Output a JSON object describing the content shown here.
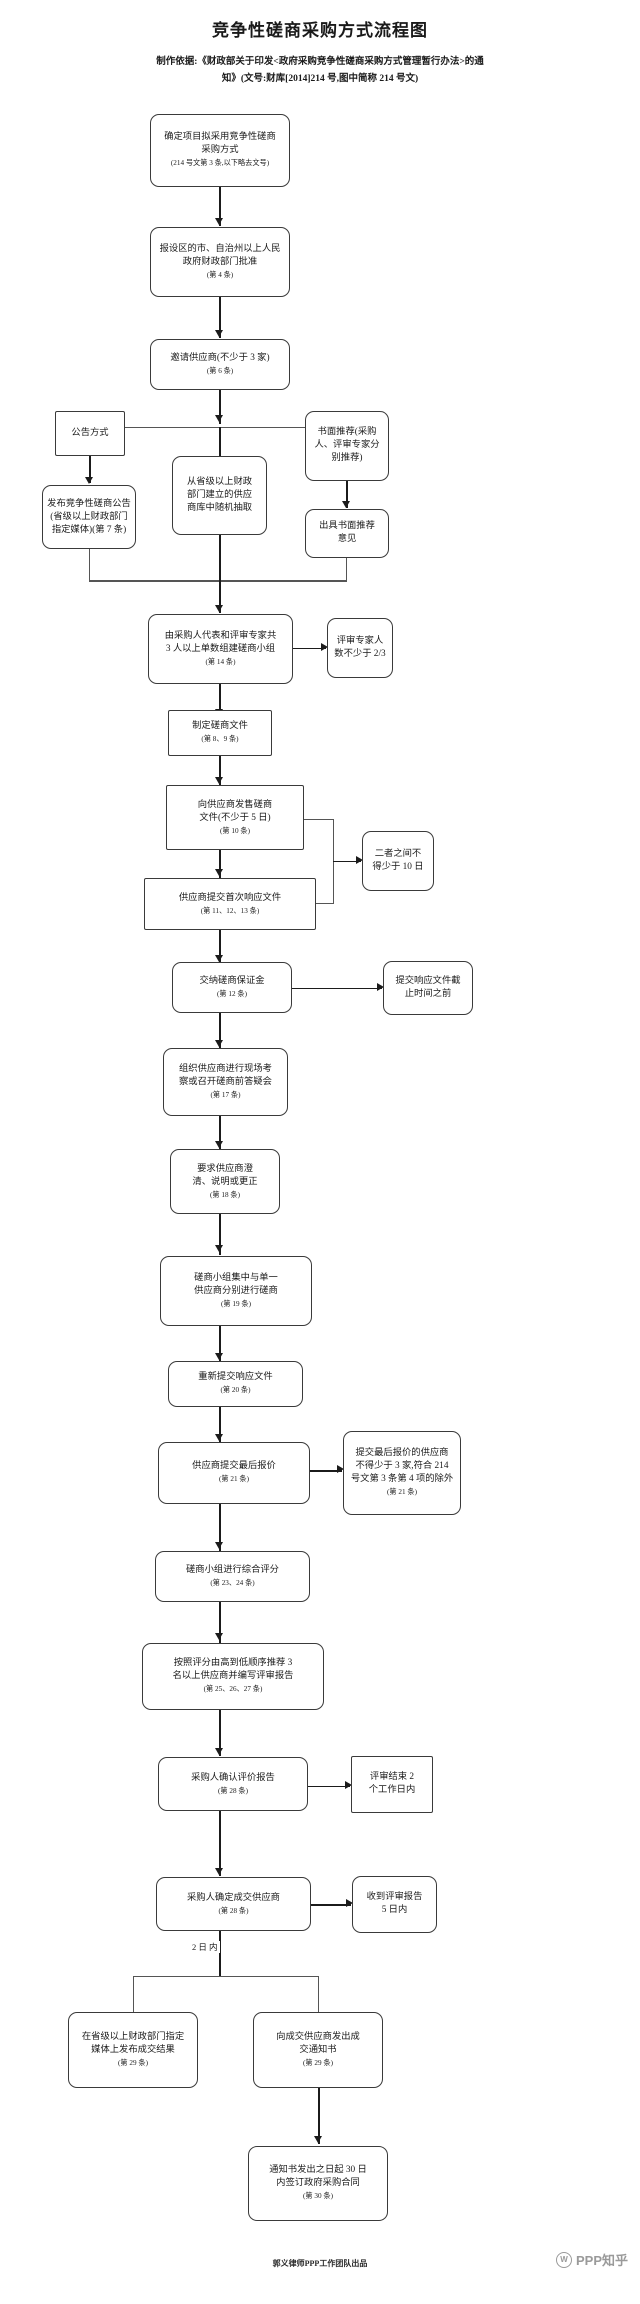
{
  "header": {
    "title": "竞争性磋商采购方式流程图",
    "subtitle_label": "制作依据:",
    "subtitle_line1": "《财政部关于印发<政府采购竞争性磋商采购方式管理暂行办法>的通",
    "subtitle_line2": "知》(文号:财库[2014]214 号,图中简称 214 号文)"
  },
  "chart_data": {
    "type": "flowchart",
    "title": "竞争性磋商采购方式流程图",
    "orientation": "top-to-bottom",
    "nodes": [
      {
        "id": "n1",
        "text": "确定项目拟采用竞争性磋商\n采购方式",
        "article": "(214 号文第 3 条,以下略去文号)"
      },
      {
        "id": "n2",
        "text": "报设区的市、自治州以上人民\n政府财政部门批准",
        "article": "(第 4 条)"
      },
      {
        "id": "n3",
        "text": "邀请供应商(不少于 3 家)",
        "article": "(第 6 条)"
      },
      {
        "id": "n4",
        "text": "公告方式",
        "article": ""
      },
      {
        "id": "n5",
        "text": "发布竞争性磋商公告\n(省级以上财政部门\n指定媒体)(第 7 条)",
        "article": ""
      },
      {
        "id": "n6",
        "text": "从省级以上财政\n部门建立的供应\n商库中随机抽取",
        "article": ""
      },
      {
        "id": "n7",
        "text": "书面推荐(采购\n人、评审专家分\n别推荐)",
        "article": ""
      },
      {
        "id": "n8",
        "text": "出具书面推荐\n意见",
        "article": ""
      },
      {
        "id": "n9",
        "text": "由采购人代表和评审专家共\n3 人以上单数组建磋商小组",
        "article": "(第 14 条)"
      },
      {
        "id": "n10",
        "text": "评审专家人\n数不少于 2/3",
        "article": ""
      },
      {
        "id": "n11",
        "text": "制定磋商文件",
        "article": "(第 8、9 条)"
      },
      {
        "id": "n12",
        "text": "向供应商发售磋商\n文件(不少于 5 日)",
        "article": "(第 10 条)"
      },
      {
        "id": "n13",
        "text": "供应商提交首次响应文件",
        "article": "(第 11、12、13 条)"
      },
      {
        "id": "n14",
        "text": "二者之间不\n得少于 10 日",
        "article": ""
      },
      {
        "id": "n15",
        "text": "交纳磋商保证金",
        "article": "(第 12 条)"
      },
      {
        "id": "n16",
        "text": "提交响应文件截\n止时间之前",
        "article": ""
      },
      {
        "id": "n17",
        "text": "组织供应商进行现场考\n察或召开磋商前答疑会",
        "article": "(第 17 条)"
      },
      {
        "id": "n18",
        "text": "要求供应商澄\n清、说明或更正",
        "article": "(第 18 条)"
      },
      {
        "id": "n19",
        "text": "磋商小组集中与单一\n供应商分别进行磋商",
        "article": "(第 19 条)"
      },
      {
        "id": "n20",
        "text": "重新提交响应文件",
        "article": "(第 20 条)"
      },
      {
        "id": "n21",
        "text": "供应商提交最后报价",
        "article": "(第 21 条)"
      },
      {
        "id": "n22",
        "text": "提交最后报价的供应商\n不得少于 3 家,符合 214\n号文第 3 条第 4 项的除外",
        "article": "(第 21 条)"
      },
      {
        "id": "n23",
        "text": "磋商小组进行综合评分",
        "article": "(第 23、24 条)"
      },
      {
        "id": "n24",
        "text": "按照评分由高到低顺序推荐 3\n名以上供应商并编写评审报告",
        "article": "(第 25、26、27 条)"
      },
      {
        "id": "n25",
        "text": "采购人确认评价报告",
        "article": "(第 28 条)"
      },
      {
        "id": "n26",
        "text": "评审结束  2\n个工作日内",
        "article": ""
      },
      {
        "id": "n27",
        "text": "采购人确定成交供应商",
        "article": "(第 28 条)"
      },
      {
        "id": "n28",
        "text": "收到评审报告\n5 日内",
        "article": ""
      },
      {
        "id": "n29",
        "text": "在省级以上财政部门指定\n媒体上发布成交结果",
        "article": "(第 29 条)"
      },
      {
        "id": "n30",
        "text": "向成交供应商发出成\n交通知书",
        "article": "(第 29 条)"
      },
      {
        "id": "n31",
        "text": "通知书发出之日起 30 日\n内签订政府采购合同",
        "article": "(第 30 条)"
      }
    ],
    "edge_labels": [
      {
        "id": "e1",
        "text": "2 日 内"
      }
    ]
  },
  "footer": {
    "credit": "郭义律师PPP工作团队出品",
    "watermark": "PPP知乎",
    "watermark_icon": "wechat-icon"
  }
}
